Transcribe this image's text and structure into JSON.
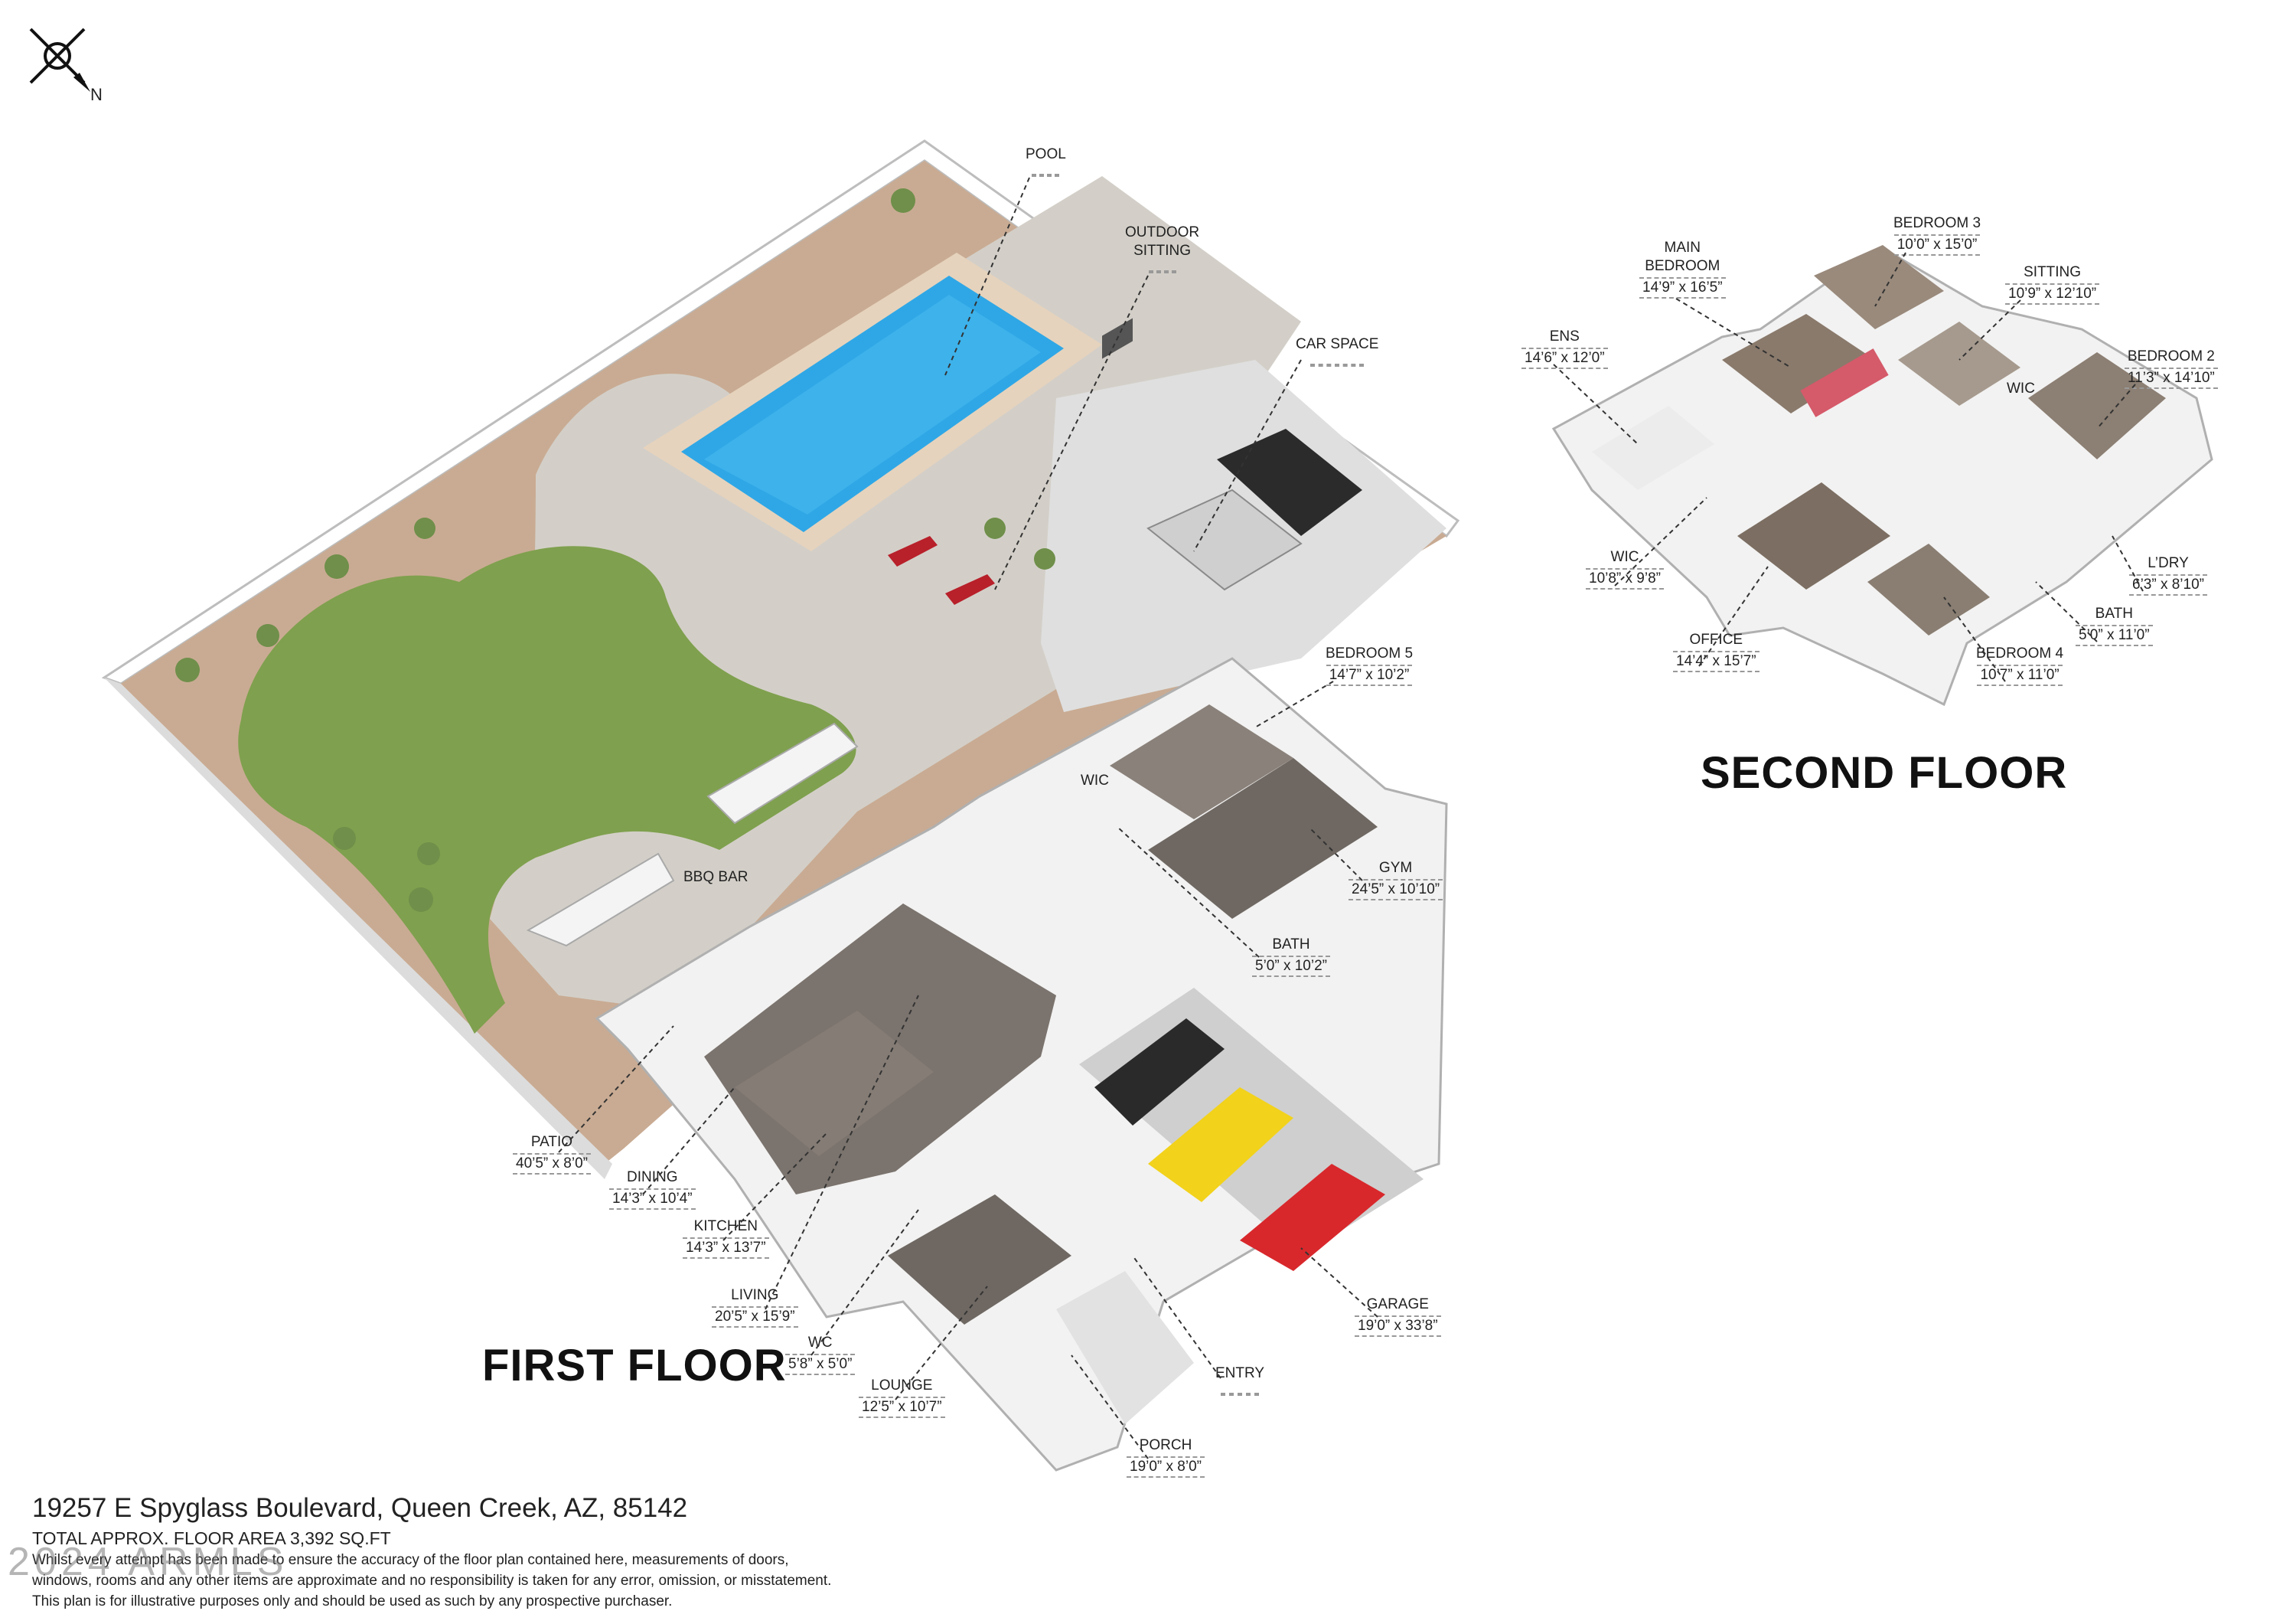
{
  "compass": {
    "label": "N"
  },
  "floors": {
    "first": "FIRST FLOOR",
    "second": "SECOND FLOOR"
  },
  "rooms_first": [
    {
      "id": "pool",
      "name": "POOL",
      "dim": ""
    },
    {
      "id": "outdoor",
      "name": "OUTDOOR\nSITTING",
      "dim": ""
    },
    {
      "id": "carspace",
      "name": "CAR SPACE",
      "dim": ""
    },
    {
      "id": "bedroom5",
      "name": "BEDROOM 5",
      "dim": "14’7” x 10’2”"
    },
    {
      "id": "wic1",
      "name": "WIC",
      "dim": ""
    },
    {
      "id": "gym",
      "name": "GYM",
      "dim": "24’5” x 10’10”"
    },
    {
      "id": "bath1",
      "name": "BATH",
      "dim": "5’0” x 10’2”"
    },
    {
      "id": "bbq",
      "name": "BBQ BAR",
      "dim": ""
    },
    {
      "id": "patio",
      "name": "PATIO",
      "dim": "40’5” x 8’0”"
    },
    {
      "id": "dining",
      "name": "DINING",
      "dim": "14’3” x 10’4”"
    },
    {
      "id": "kitchen",
      "name": "KITCHEN",
      "dim": "14’3” x 13’7”"
    },
    {
      "id": "living",
      "name": "LIVING",
      "dim": "20’5” x 15’9”"
    },
    {
      "id": "wc",
      "name": "WC",
      "dim": "5’8” x 5’0”"
    },
    {
      "id": "lounge",
      "name": "LOUNGE",
      "dim": "12’5” x 10’7”"
    },
    {
      "id": "porch",
      "name": "PORCH",
      "dim": "19’0” x 8’0”"
    },
    {
      "id": "entry",
      "name": "ENTRY",
      "dim": ""
    },
    {
      "id": "garage",
      "name": "GARAGE",
      "dim": "19’0” x 33’8”"
    }
  ],
  "rooms_second": [
    {
      "id": "main",
      "name": "MAIN\nBEDROOM",
      "dim": "14’9” x 16’5”"
    },
    {
      "id": "bed3",
      "name": "BEDROOM 3",
      "dim": "10’0” x 15’0”"
    },
    {
      "id": "sitting",
      "name": "SITTING",
      "dim": "10’9” x 12’10”"
    },
    {
      "id": "bed2",
      "name": "BEDROOM 2",
      "dim": "11’3” x 14’10”"
    },
    {
      "id": "ens",
      "name": "ENS",
      "dim": "14’6” x 12’0”"
    },
    {
      "id": "wic2",
      "name": "WIC",
      "dim": ""
    },
    {
      "id": "wic3",
      "name": "WIC",
      "dim": "10’8” x 9’8”"
    },
    {
      "id": "office",
      "name": "OFFICE",
      "dim": "14’4” x 15’7”"
    },
    {
      "id": "bed4",
      "name": "BEDROOM 4",
      "dim": "10’7” x 11’0”"
    },
    {
      "id": "bath2",
      "name": "BATH",
      "dim": "5’0” x 11’0”"
    },
    {
      "id": "ldry",
      "name": "L’DRY",
      "dim": "6’3” x 8’10”"
    }
  ],
  "footer": {
    "address": "19257 E Spyglass Boulevard, Queen Creek, AZ, 85142",
    "area": "TOTAL APPROX. FLOOR AREA 3,392 SQ.FT",
    "disclaimer_1": "Whilst every attempt has been made to ensure the accuracy of the floor plan contained here, measurements of doors,",
    "disclaimer_2": "windows, rooms and any other items are approximate and no responsibility is taken for any error, omission, or misstatement.",
    "disclaimer_3": "This plan is for illustrative purposes only and should be used as such by any prospective purchaser.",
    "watermark": "2024 ARMLS"
  },
  "colors": {
    "gravel": "#c9ab93",
    "paver": "#d3cfc8",
    "lawn": "#7fa04e",
    "pool": "#2fa7e6",
    "floor": "#7b736d",
    "wall": "#f2f2f2",
    "car_black": "#2a2a2a",
    "car_yellow": "#f2d21b",
    "car_red": "#d8282c"
  }
}
